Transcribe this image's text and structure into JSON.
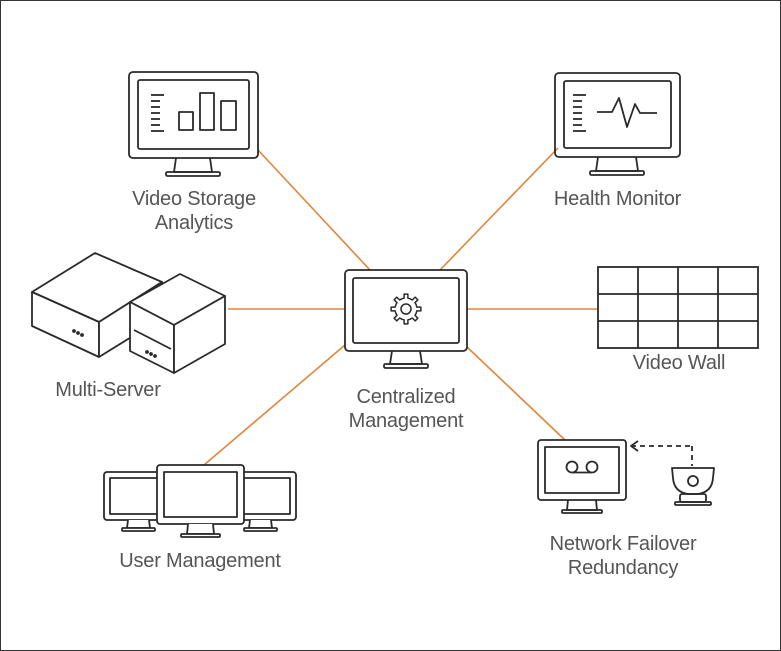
{
  "colors": {
    "connector": "#e0853b",
    "stroke": "#2a2a2a",
    "text": "#555555"
  },
  "center": {
    "label_line1": "Centralized",
    "label_line2": "Management",
    "icon": "gear-icon"
  },
  "nodes": {
    "video_storage_analytics": {
      "line1": "Video Storage",
      "line2": "Analytics",
      "icon": "bar-chart-monitor-icon"
    },
    "health_monitor": {
      "line1": "Health Monitor",
      "icon": "heartbeat-monitor-icon"
    },
    "multi_server": {
      "line1": "Multi-Server",
      "icon": "server-boxes-icon"
    },
    "video_wall": {
      "line1": "Video Wall",
      "icon": "video-wall-grid-icon"
    },
    "user_management": {
      "line1": "User Management",
      "icon": "three-monitors-icon"
    },
    "network_failover": {
      "line1": "Network Failover",
      "line2": "Redundancy",
      "icon": "recorder-camera-icon"
    }
  }
}
